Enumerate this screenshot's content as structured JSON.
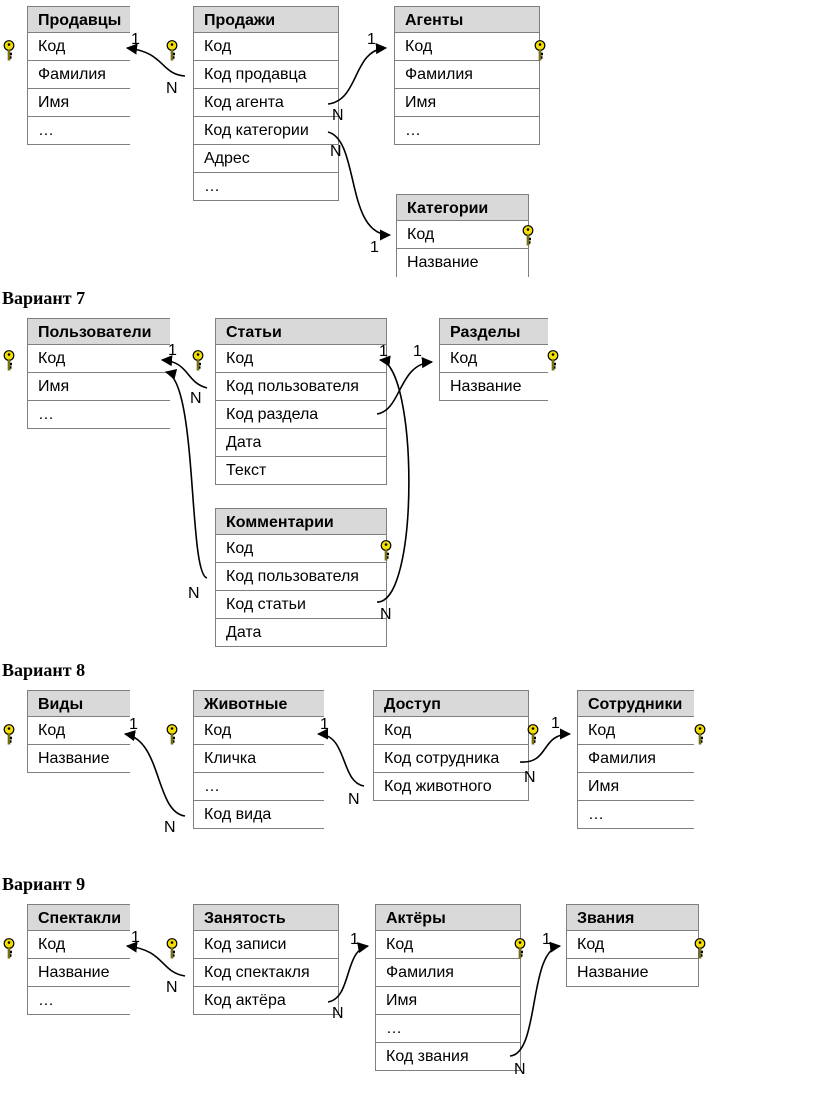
{
  "key_color": "#f4e000",
  "variants": [
    {
      "id": "v7",
      "label": "Вариант 7"
    },
    {
      "id": "v8",
      "label": "Вариант 8"
    },
    {
      "id": "v9",
      "label": "Вариант 9"
    }
  ],
  "tables": [
    {
      "id": "prodavtsy",
      "title": "Продавцы",
      "rows": [
        "Код",
        "Фамилия",
        "Имя",
        "…"
      ]
    },
    {
      "id": "prodazhi",
      "title": "Продажи",
      "rows": [
        "Код",
        "Код продавца",
        "Код агента",
        "Код категории",
        "Адрес",
        "…"
      ]
    },
    {
      "id": "agenty",
      "title": "Агенты",
      "rows": [
        "Код",
        "Фамилия",
        "Имя",
        "…"
      ]
    },
    {
      "id": "kategorii",
      "title": "Категории",
      "rows": [
        "Код",
        "Название"
      ]
    },
    {
      "id": "polzovateli",
      "title": "Пользователи",
      "rows": [
        "Код",
        "Имя",
        "…"
      ]
    },
    {
      "id": "stati",
      "title": "Статьи",
      "rows": [
        "Код",
        "Код пользователя",
        "Код раздела",
        "Дата",
        "Текст"
      ]
    },
    {
      "id": "razdely",
      "title": "Разделы",
      "rows": [
        "Код",
        "Название"
      ]
    },
    {
      "id": "kommentarii",
      "title": "Комментарии",
      "rows": [
        "Код",
        "Код пользователя",
        "Код статьи",
        "Дата"
      ]
    },
    {
      "id": "vidy",
      "title": "Виды",
      "rows": [
        "Код",
        "Название"
      ]
    },
    {
      "id": "zhivotnye",
      "title": "Животные",
      "rows": [
        "Код",
        "Кличка",
        "…",
        "Код вида"
      ]
    },
    {
      "id": "dostup",
      "title": "Доступ",
      "rows": [
        "Код",
        "Код сотрудника",
        "Код животного"
      ]
    },
    {
      "id": "sotrudniki",
      "title": "Сотрудники",
      "rows": [
        "Код",
        "Фамилия",
        "Имя",
        "…"
      ]
    },
    {
      "id": "spektakli",
      "title": "Спектакли",
      "rows": [
        "Код",
        "Название",
        "…"
      ]
    },
    {
      "id": "zanyatost",
      "title": "Занятость",
      "rows": [
        "Код записи",
        "Код спектакля",
        "Код актёра"
      ]
    },
    {
      "id": "aktery",
      "title": "Актёры",
      "rows": [
        "Код",
        "Фамилия",
        "Имя",
        "…",
        "Код звания"
      ]
    },
    {
      "id": "zvaniya",
      "title": "Звания",
      "rows": [
        "Код",
        "Название"
      ]
    }
  ],
  "links": [
    {
      "one": "1",
      "many": "N"
    },
    {
      "one": "1",
      "many": "N"
    },
    {
      "one": "1",
      "many": "N"
    },
    {
      "one": "1",
      "many": "N"
    },
    {
      "one": "1",
      "many": "N"
    },
    {
      "one": "1",
      "many": "N"
    },
    {
      "one": "1",
      "many": "N"
    },
    {
      "one": "1",
      "many": "N"
    },
    {
      "one": "1",
      "many": "N"
    },
    {
      "one": "1",
      "many": "N"
    },
    {
      "one": "1",
      "many": "N"
    },
    {
      "one": "1",
      "many": "N"
    },
    {
      "one": "1",
      "many": "N"
    }
  ]
}
